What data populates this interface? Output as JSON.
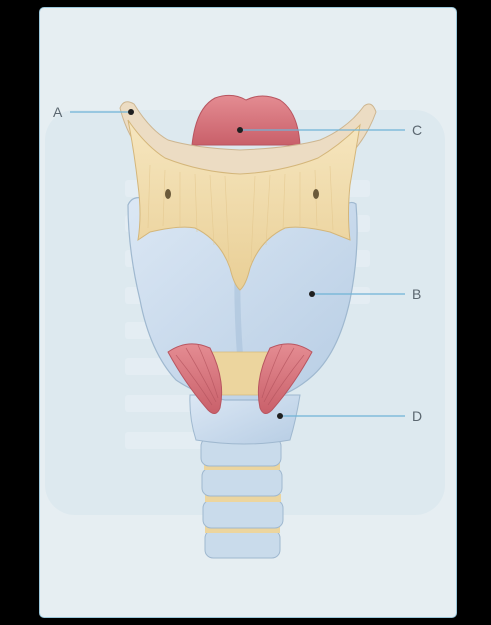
{
  "labels": {
    "a": "A",
    "b": "B",
    "c": "C",
    "d": "D"
  },
  "colors": {
    "background": "#000000",
    "card": "#e6eef2",
    "card_border": "#9cc8dc",
    "leader_line": "#6fb3d6",
    "cartilage_yellow": "#f1dcaa",
    "cartilage_blue": "#c5d8ea",
    "muscle_red": "#d8747a",
    "epiglottis_pink": "#d9838a"
  }
}
